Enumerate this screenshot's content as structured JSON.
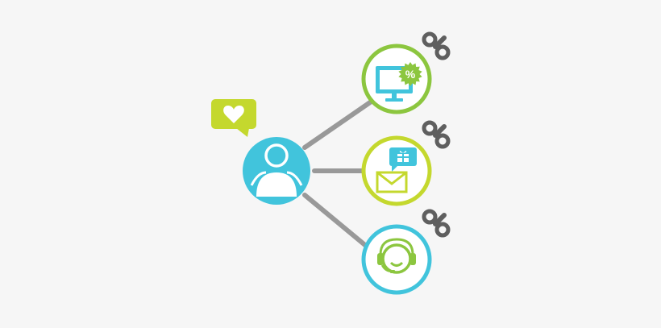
{
  "diagram": {
    "kind": "customer-touchpoints",
    "hub": {
      "icon": "user-avatar-icon",
      "badge_icon": "heart-speech-bubble-icon"
    },
    "channels": [
      {
        "name": "online-promotions",
        "icon": "monitor-with-percent-badge-icon",
        "badge_text": "%",
        "ring_color": "#8cc63f",
        "automation_icon": "wind-up-key-icon"
      },
      {
        "name": "email-offers",
        "icon": "envelope-with-gift-bubble-icon",
        "ring_color": "#c4d82e",
        "automation_icon": "wind-up-key-icon"
      },
      {
        "name": "customer-support",
        "icon": "headset-agent-icon",
        "ring_color": "#41c4dc",
        "automation_icon": "wind-up-key-icon"
      }
    ],
    "colors": {
      "hub": "#41c4dc",
      "connector": "#999999",
      "heart_bubble": "#c4d82e",
      "key": "#5f5f5f",
      "monitor": "#41c4dc",
      "percent_badge": "#8cc63f",
      "envelope": "#c4d82e",
      "gift_bubble": "#41c4dc",
      "headset": "#8cc63f"
    }
  }
}
